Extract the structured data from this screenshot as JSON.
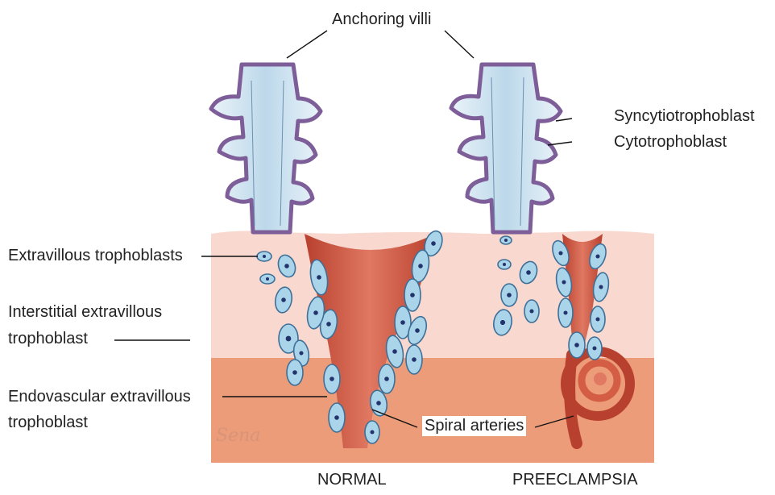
{
  "labels": {
    "anchoring_villi": "Anchoring villi",
    "syncytiotrophoblast": "Syncytiotrophoblast",
    "cytotrophoblast": "Cytotrophoblast",
    "extravillous_trophoblasts": "Extravillous trophoblasts",
    "interstitial_line1": "Interstitial extravillous",
    "interstitial_line2": "trophoblast",
    "endovascular_line1": "Endovascular extravillous",
    "endovascular_line2": "trophoblast",
    "spiral_arteries": "Spiral arteries",
    "normal": "NORMAL",
    "preeclampsia": "PREECLAMPSIA"
  },
  "signature": "Sena",
  "colors": {
    "decidua_upper": "#f9d8cf",
    "decidua_lower": "#ec9c78",
    "artery_dark": "#b8402e",
    "artery_light": "#e07862",
    "trophoblast_fill": "#a9d4ea",
    "trophoblast_outline": "#3e6f97",
    "nucleus": "#23336b",
    "villus_core": "#d6e7f2",
    "syncytium": "#7d5e98"
  }
}
